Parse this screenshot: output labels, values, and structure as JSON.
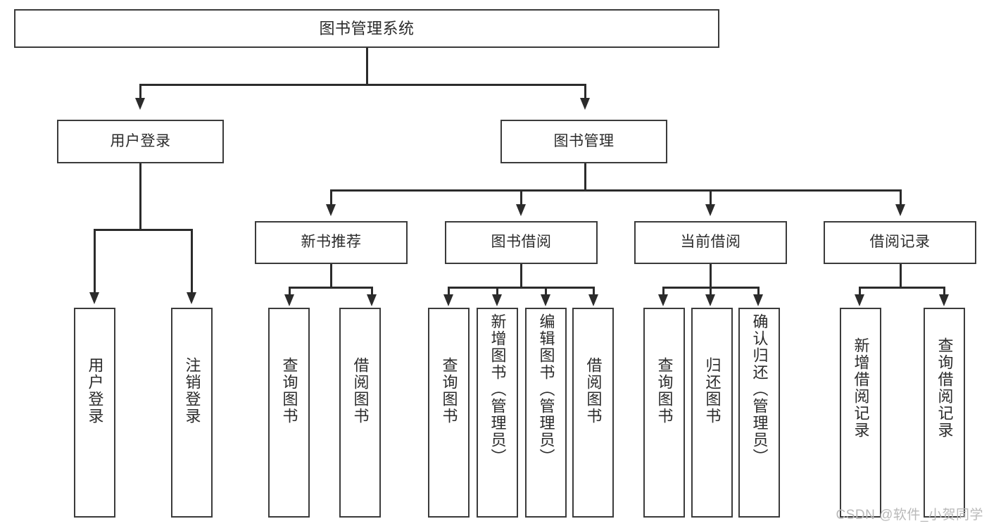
{
  "diagram": {
    "type": "tree",
    "title": "图书管理系统",
    "orientation": "top-down",
    "colors": {
      "box_border": "#3b3b3b",
      "connector": "#2b2b2b",
      "background": "#ffffff",
      "text": "#2b2b2b",
      "watermark": "#b9b9b9"
    }
  },
  "nodes": {
    "root": {
      "label": "图书管理系统"
    },
    "level2": {
      "user_login": {
        "label": "用户登录"
      },
      "book_manage": {
        "label": "图书管理"
      }
    },
    "level3": {
      "new_book_rec": {
        "label": "新书推荐"
      },
      "book_borrow": {
        "label": "图书借阅"
      },
      "current_borrow": {
        "label": "当前借阅"
      },
      "borrow_record": {
        "label": "借阅记录"
      }
    },
    "leaves": {
      "user_login_children": [
        {
          "label": "用户登录"
        },
        {
          "label": "注销登录"
        }
      ],
      "new_book_rec_children": [
        {
          "label": "查询图书"
        },
        {
          "label": "借阅图书"
        }
      ],
      "book_borrow_children": [
        {
          "label": "查询图书"
        },
        {
          "label": "新增图书（管理员）"
        },
        {
          "label": "编辑图书（管理员）"
        },
        {
          "label": "借阅图书"
        }
      ],
      "current_borrow_children": [
        {
          "label": "查询图书"
        },
        {
          "label": "归还图书"
        },
        {
          "label": "确认归还（管理员）"
        }
      ],
      "borrow_record_children": [
        {
          "label": "新增借阅记录"
        },
        {
          "label": "查询借阅记录"
        }
      ]
    }
  },
  "watermark": {
    "text": "CSDN @软件_小贺同学"
  }
}
